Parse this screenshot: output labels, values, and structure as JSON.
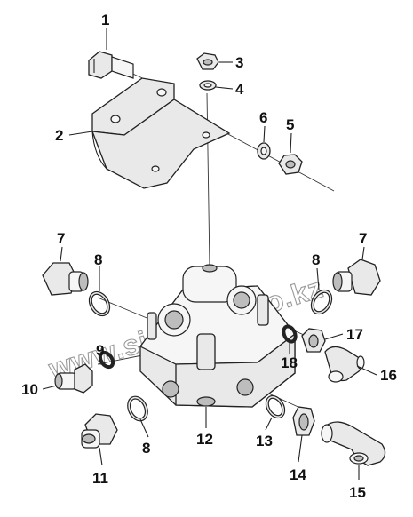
{
  "watermark": "www.sinhron-too.kz",
  "callouts": [
    {
      "id": "c1",
      "label": "1"
    },
    {
      "id": "c2",
      "label": "2"
    },
    {
      "id": "c3",
      "label": "3"
    },
    {
      "id": "c4",
      "label": "4"
    },
    {
      "id": "c5",
      "label": "5"
    },
    {
      "id": "c6",
      "label": "6"
    },
    {
      "id": "c7a",
      "label": "7"
    },
    {
      "id": "c7b",
      "label": "7"
    },
    {
      "id": "c8a",
      "label": "8"
    },
    {
      "id": "c8b",
      "label": "8"
    },
    {
      "id": "c8c",
      "label": "8"
    },
    {
      "id": "c9",
      "label": "9"
    },
    {
      "id": "c10",
      "label": "10"
    },
    {
      "id": "c11",
      "label": "11"
    },
    {
      "id": "c12",
      "label": "12"
    },
    {
      "id": "c13",
      "label": "13"
    },
    {
      "id": "c14",
      "label": "14"
    },
    {
      "id": "c15",
      "label": "15"
    },
    {
      "id": "c16",
      "label": "16"
    },
    {
      "id": "c17",
      "label": "17"
    },
    {
      "id": "c18",
      "label": "18"
    }
  ]
}
